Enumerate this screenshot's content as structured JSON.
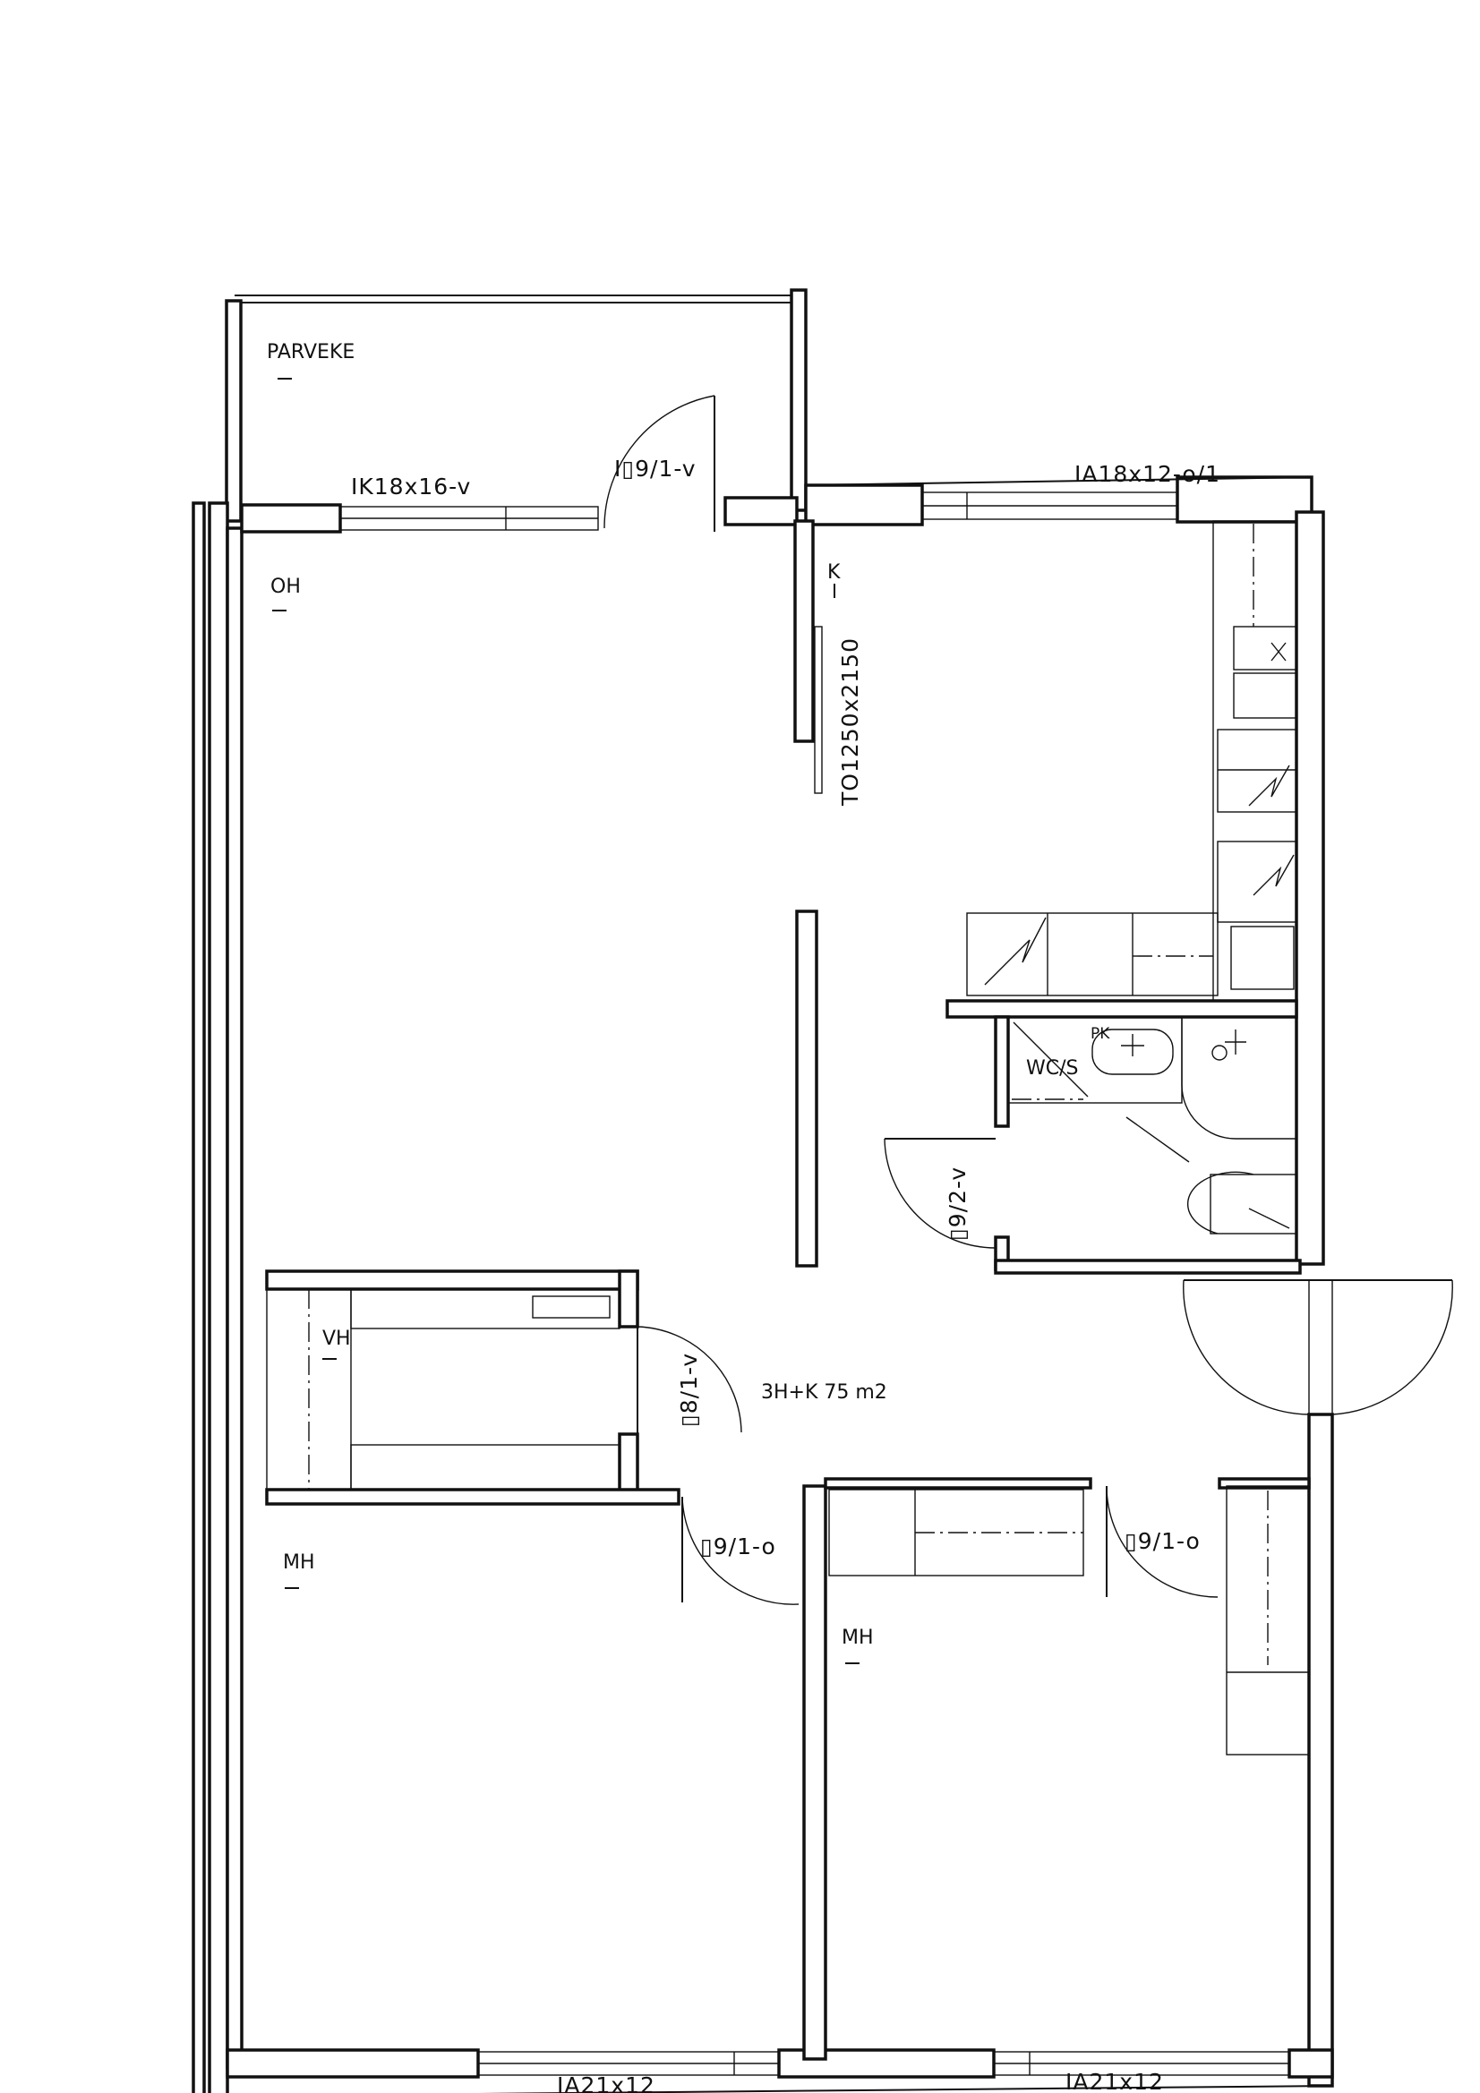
{
  "rooms": {
    "balcony": "PARVEKE",
    "living": "OH",
    "kitchen": "K",
    "wardrobe": "VH",
    "bedroom_left": "MH",
    "bedroom_right": "MH",
    "wc": "WC/S",
    "pk": "PK"
  },
  "dimension_codes": {
    "balcony_window": "IK18x16-v",
    "balcony_door": "I▯9/1-v",
    "kitchen_window": "IA18x12-o/1",
    "opening": "TO1250x2150",
    "wc_door": "▯9/2-v",
    "wardrobe_door": "▯8/1-v",
    "bedroom_left_door": "▯9/1-o",
    "bedroom_right_door": "▯9/1-o",
    "bottom_window_left": "IA21x12",
    "bottom_window_right": "IA21x12"
  },
  "apartment_type": "3H+K 75 m2",
  "colors": {
    "ink": "#111111",
    "paper": "#ffffff"
  }
}
